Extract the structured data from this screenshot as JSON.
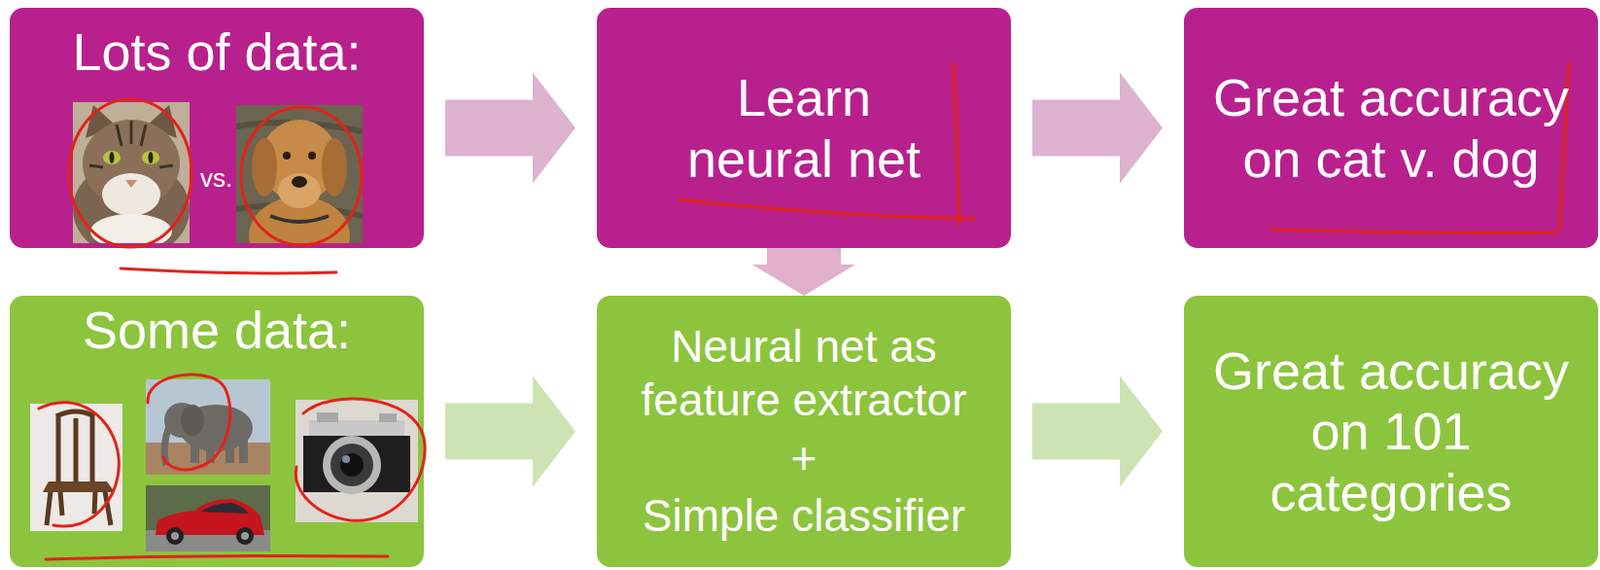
{
  "diagram": {
    "nodes": [
      {
        "text": [
          "Lots of data:",
          "vs."
        ]
      },
      {
        "text": [
          "Learn neural net"
        ]
      },
      {
        "text": [
          "Great accuracy on cat v. dog"
        ]
      },
      {
        "text": [
          "Some data:"
        ]
      },
      {
        "text": [
          "Neural net as feature extractor",
          "+",
          "Simple classifier"
        ]
      },
      {
        "text": [
          "Great accuracy on 101 categories"
        ]
      }
    ],
    "edges": [
      {
        "from": 0,
        "to": 1,
        "arrow": "to"
      },
      {
        "from": 1,
        "to": 2,
        "arrow": "to"
      },
      {
        "from": 1,
        "to": 4,
        "arrow": "to"
      },
      {
        "from": 3,
        "to": 4,
        "arrow": "to"
      },
      {
        "from": 4,
        "to": 5,
        "arrow": "to"
      }
    ]
  }
}
